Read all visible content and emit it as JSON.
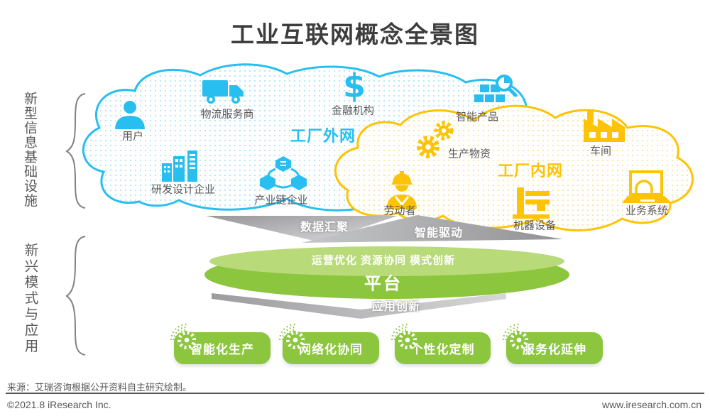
{
  "title": "工业互联网概念全景图",
  "side_labels": {
    "infrastructure": "新型信息基础设施",
    "applications": "新兴模式与应用"
  },
  "clouds": {
    "factory_external": {
      "label": "工厂外网",
      "items": [
        {
          "label": "用户",
          "icon": "user-icon"
        },
        {
          "label": "物流服务商",
          "icon": "truck-icon"
        },
        {
          "label": "金融机构",
          "icon": "dollar-icon"
        },
        {
          "label": "智能产品",
          "icon": "smart-product-icon"
        },
        {
          "label": "研发设计企业",
          "icon": "buildings-icon"
        },
        {
          "label": "产业链企业",
          "icon": "supply-chain-icon"
        }
      ]
    },
    "factory_internal": {
      "label": "工厂内网",
      "items": [
        {
          "label": "生产物资",
          "icon": "gears-icon"
        },
        {
          "label": "劳动者",
          "icon": "worker-icon"
        },
        {
          "label": "车间",
          "icon": "factory-icon"
        },
        {
          "label": "机器设备",
          "icon": "machine-icon"
        },
        {
          "label": "业务系统",
          "icon": "business-system-icon"
        }
      ]
    }
  },
  "flows": {
    "data_aggregation": "数据汇聚",
    "intelligent_drive": "智能驱动",
    "application_innovation": "应用创新"
  },
  "platform": {
    "capabilities": "运营优化 资源协同 模式创新",
    "label": "平台"
  },
  "application_modes": [
    {
      "label": "智能化生产"
    },
    {
      "label": "网络化协同"
    },
    {
      "label": "个性化定制"
    },
    {
      "label": "服务化延伸"
    }
  ],
  "glyphs": {
    "dollar": "$"
  },
  "footer": {
    "source": "来源：艾瑞咨询根据公开资料自主研究绘制。",
    "copyright": "©2021.8 iResearch Inc.",
    "website": "www.iresearch.com.cn"
  },
  "colors": {
    "cyan": "#29BEF0",
    "yellow": "#FDC306",
    "green": "#8CC63F",
    "light_green": "#B9DA79",
    "arrow_gray": "#A9A9AC",
    "text": "#595757"
  }
}
